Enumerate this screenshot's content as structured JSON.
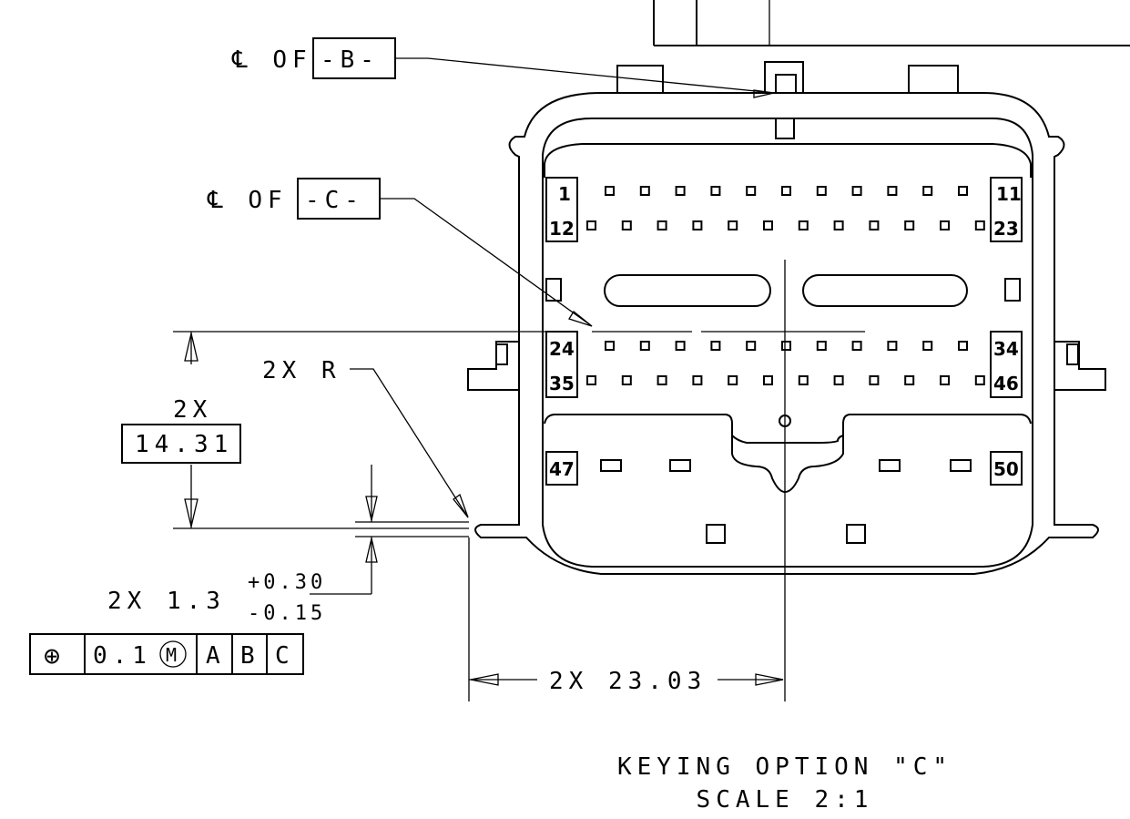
{
  "datums": {
    "b": {
      "prefix": "℄ OF",
      "box": "-B-"
    },
    "c": {
      "prefix": "℄ OF",
      "box": "-C-"
    }
  },
  "dimensions": {
    "height_qty": "2X",
    "height_value": "14.31",
    "radius": "2X  R",
    "thickness": "2X  1.3",
    "thickness_upper_tol": "+0.30",
    "thickness_lower_tol": "-0.15",
    "width": "2X  23.03"
  },
  "feature_control_frame": {
    "symbol": "⊕",
    "tolerance": "0.1",
    "modifier": "M",
    "datum_a": "A",
    "datum_b": "B",
    "datum_c": "C"
  },
  "pin_labels": {
    "p1": "1",
    "p11": "11",
    "p12": "12",
    "p23": "23",
    "p24": "24",
    "p34": "34",
    "p35": "35",
    "p46": "46",
    "p47": "47",
    "p50": "50"
  },
  "caption": {
    "line1": "KEYING OPTION \"C\"",
    "line2": "SCALE  2:1"
  }
}
